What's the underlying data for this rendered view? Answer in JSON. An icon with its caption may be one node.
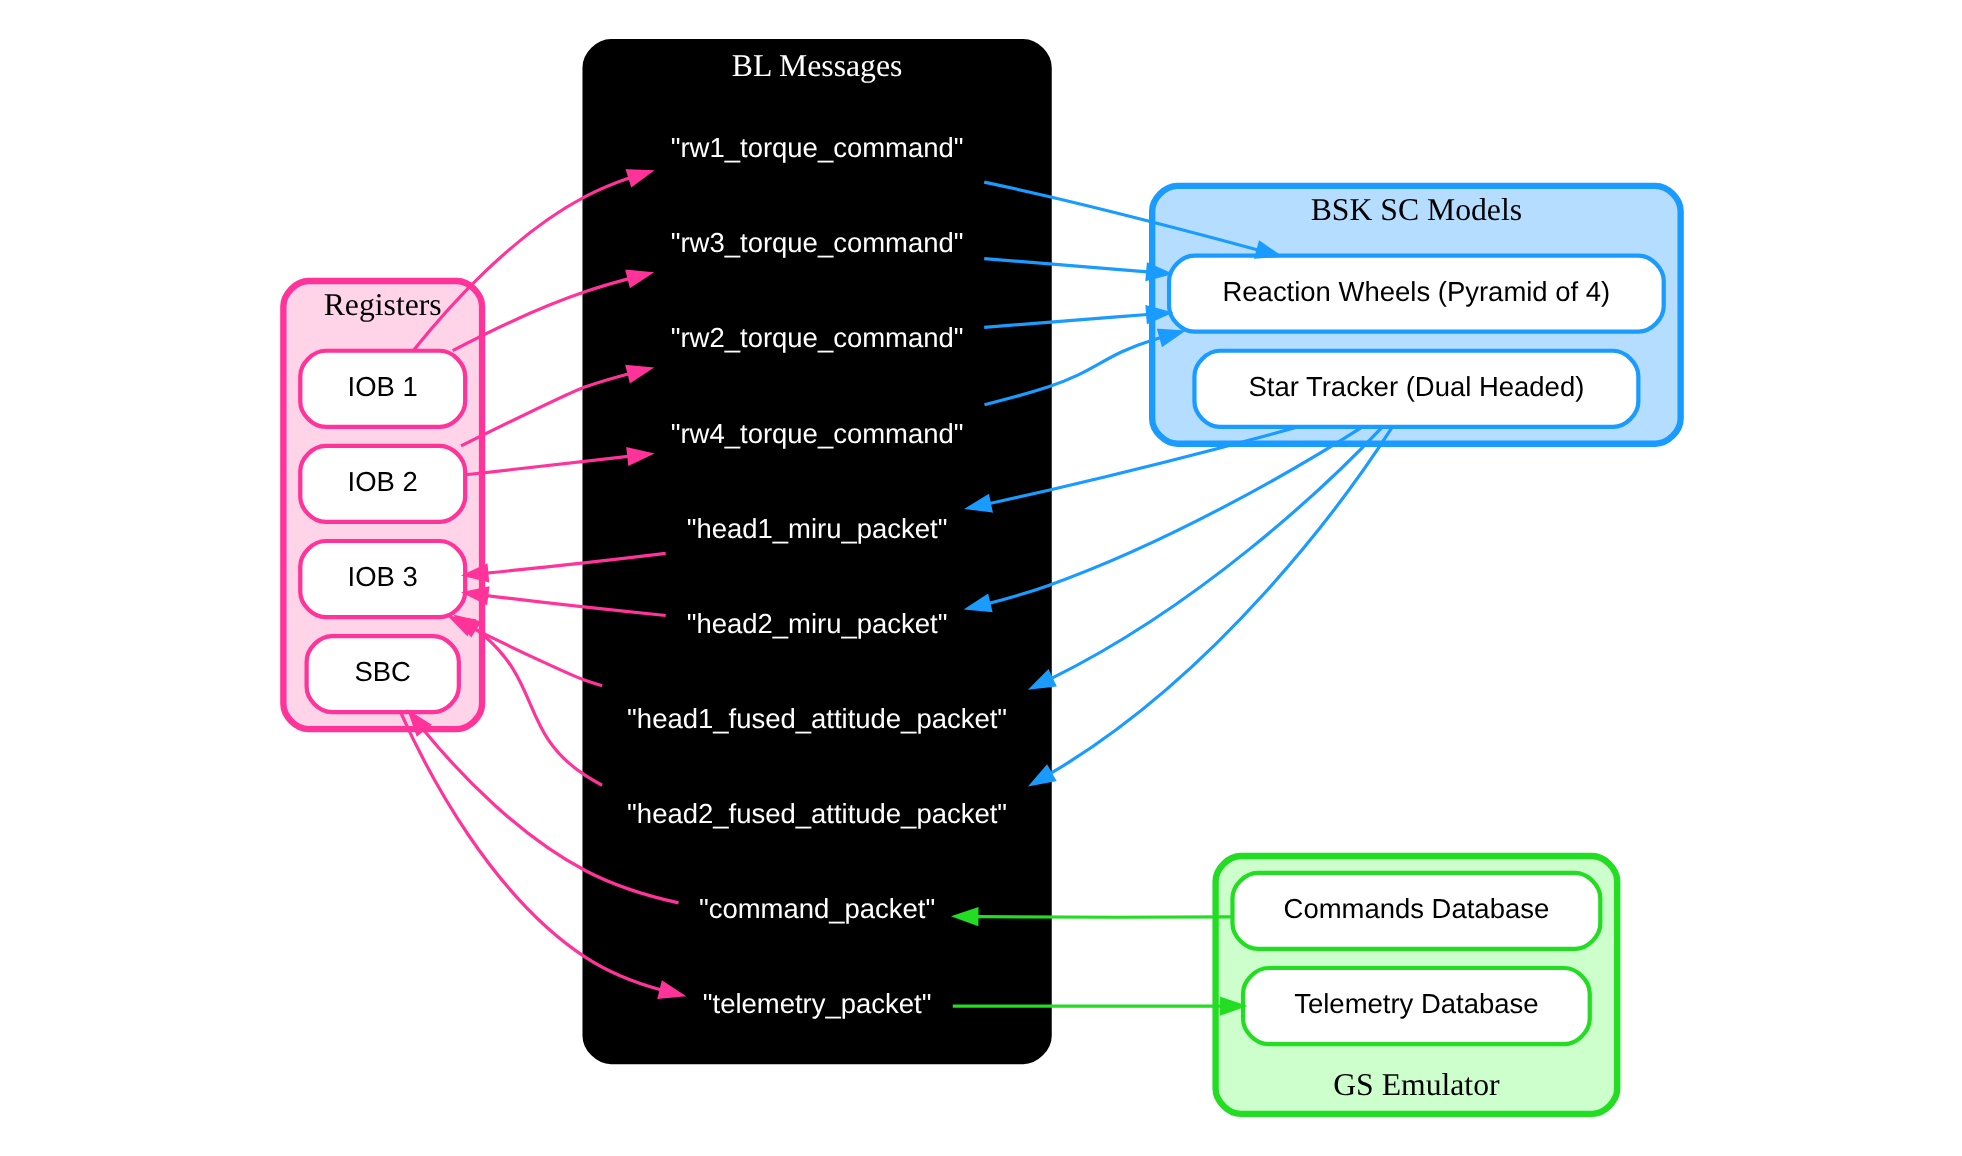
{
  "diagram": {
    "nodes": [
      {
        "text": [
          "Registers"
        ]
      },
      {
        "text": [
          "IOB 1"
        ],
        "in": 0
      },
      {
        "text": [
          "IOB 2"
        ],
        "in": 0
      },
      {
        "text": [
          "IOB 3"
        ],
        "in": 0
      },
      {
        "text": [
          "SBC"
        ],
        "in": 0
      },
      {
        "text": [
          "BL Messages"
        ]
      },
      {
        "text": [
          "\"rw1_torque_command\""
        ],
        "in": 5
      },
      {
        "text": [
          "\"rw3_torque_command\""
        ],
        "in": 5
      },
      {
        "text": [
          "\"rw2_torque_command\""
        ],
        "in": 5
      },
      {
        "text": [
          "\"rw4_torque_command\""
        ],
        "in": 5
      },
      {
        "text": [
          "\"head1_miru_packet\""
        ],
        "in": 5
      },
      {
        "text": [
          "\"head2_miru_packet\""
        ],
        "in": 5
      },
      {
        "text": [
          "\"head1_fused_attitude_packet\""
        ],
        "in": 5
      },
      {
        "text": [
          "\"head2_fused_attitude_packet\""
        ],
        "in": 5
      },
      {
        "text": [
          "\"command_packet\""
        ],
        "in": 5
      },
      {
        "text": [
          "\"telemetry_packet\""
        ],
        "in": 5
      },
      {
        "text": [
          "BSK SC Models"
        ]
      },
      {
        "text": [
          "Reaction Wheels (Pyramid of 4)"
        ],
        "in": 16
      },
      {
        "text": [
          "Star Tracker (Dual Headed)"
        ],
        "in": 16
      },
      {
        "text": [
          "GS Emulator"
        ]
      },
      {
        "text": [
          "Commands Database"
        ],
        "in": 19
      },
      {
        "text": [
          "Telemetry Database"
        ],
        "in": 19
      }
    ],
    "edges": [
      {
        "from": 1,
        "to": 6,
        "arrow": "to"
      },
      {
        "from": 1,
        "to": 7,
        "arrow": "to"
      },
      {
        "from": 2,
        "to": 8,
        "arrow": "to"
      },
      {
        "from": 2,
        "to": 9,
        "arrow": "to"
      },
      {
        "from": 6,
        "to": 17,
        "arrow": "to",
        "color": "#1a9bff"
      },
      {
        "from": 7,
        "to": 17,
        "arrow": "to",
        "color": "#1a9bff"
      },
      {
        "from": 8,
        "to": 17,
        "arrow": "to",
        "color": "#1a9bff"
      },
      {
        "from": 9,
        "to": 17,
        "arrow": "to",
        "color": "#1a9bff"
      },
      {
        "from": 18,
        "to": 10,
        "arrow": "to",
        "color": "#1a9bff"
      },
      {
        "from": 18,
        "to": 11,
        "arrow": "to",
        "color": "#1a9bff"
      },
      {
        "from": 18,
        "to": 12,
        "arrow": "to",
        "color": "#1a9bff"
      },
      {
        "from": 18,
        "to": 13,
        "arrow": "to",
        "color": "#1a9bff"
      },
      {
        "from": 10,
        "to": 3,
        "arrow": "to"
      },
      {
        "from": 11,
        "to": 3,
        "arrow": "to"
      },
      {
        "from": 12,
        "to": 3,
        "arrow": "to"
      },
      {
        "from": 13,
        "to": 3,
        "arrow": "to"
      },
      {
        "from": 20,
        "to": 14,
        "arrow": "to",
        "color": "#22dd22"
      },
      {
        "from": 14,
        "to": 4,
        "arrow": "to"
      },
      {
        "from": 4,
        "to": 15,
        "arrow": "to"
      },
      {
        "from": 15,
        "to": 21,
        "arrow": "to",
        "color": "#22dd22"
      }
    ]
  }
}
